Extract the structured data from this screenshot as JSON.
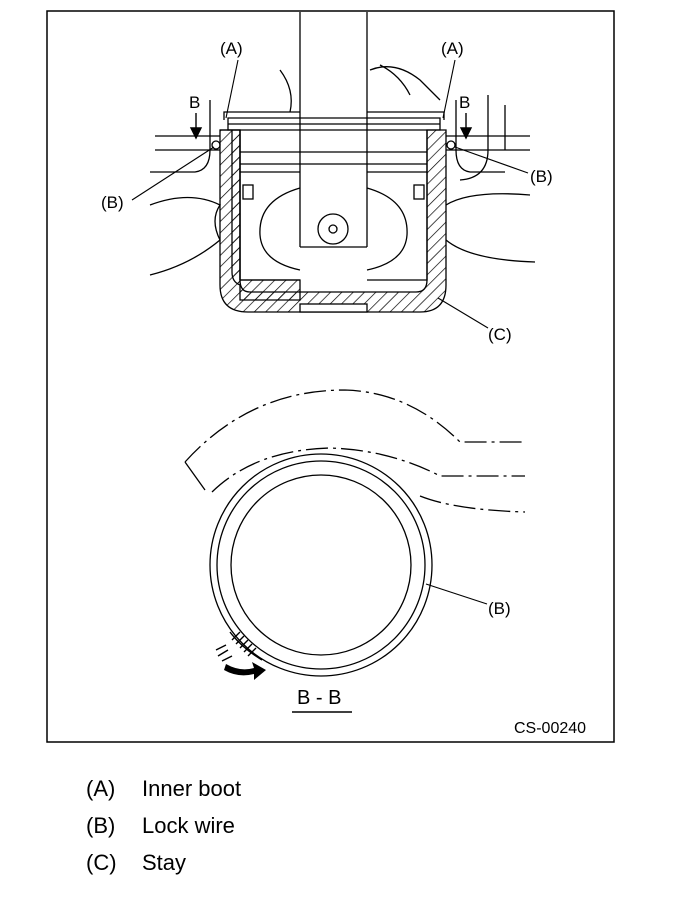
{
  "figure": {
    "code": "CS-00240",
    "section_label": "B - B",
    "labels": {
      "a": "(A)",
      "b": "(B)",
      "c": "(C)",
      "arrow_b": "B"
    }
  },
  "legend": [
    {
      "key": "(A)",
      "text": "Inner boot"
    },
    {
      "key": "(B)",
      "text": "Lock wire"
    },
    {
      "key": "(C)",
      "text": "Stay"
    }
  ]
}
